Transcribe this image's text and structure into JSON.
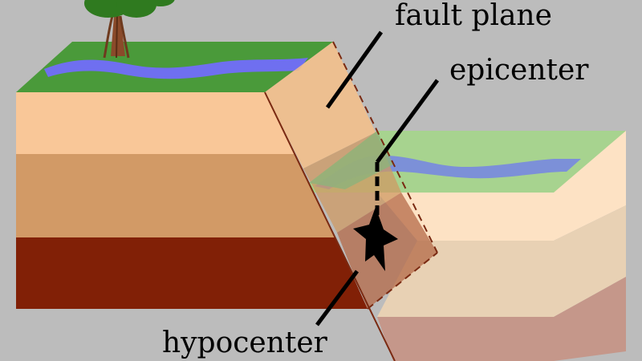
{
  "labels": {
    "fault_plane": "fault plane",
    "epicenter": "epicenter",
    "hypocenter": "hypocenter"
  },
  "colors": {
    "background": "#bcbcbc",
    "grass": "#4a9a3a",
    "river": "#6f6ff0",
    "layer_top": "#f9c798",
    "layer_middle": "#d29a66",
    "layer_bottom": "#812006",
    "tree_foliage": "#2f7a1f",
    "tree_trunk": "#8a4a2a",
    "fault_line": "#7a2a12",
    "star": "#000000"
  },
  "icons": [
    "tree-icon",
    "star-icon"
  ]
}
